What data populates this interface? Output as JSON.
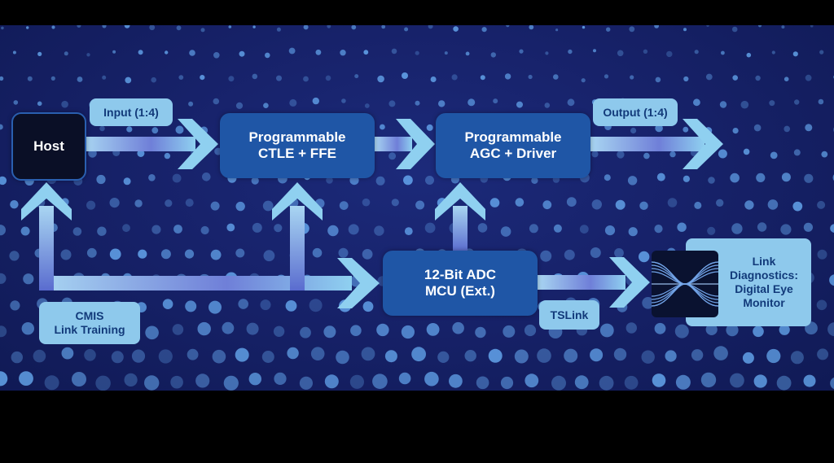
{
  "diagram": {
    "blocks": {
      "host": "Host",
      "ctle_ffe": "Programmable\nCTLE + FFE",
      "agc_driver": "Programmable\nAGC + Driver",
      "adc_mcu": "12-Bit ADC\nMCU (Ext.)"
    },
    "labels": {
      "input": "Input (1:4)",
      "output": "Output (1:4)",
      "cmis": "CMIS\nLink Training",
      "tslink": "TSLink",
      "link_diagnostics": "Link\nDiagnostics:\nDigital Eye\nMonitor"
    }
  },
  "colors": {
    "background": "#17226a",
    "block_fill": "#1f56a6",
    "host_fill": "#0a0f26",
    "label_fill": "#8ec9ec",
    "label_text": "#123a7a",
    "arrow": "#7fc0ea",
    "dot": "#6fb8ff"
  },
  "icons": [
    "eye-diagram-icon"
  ]
}
